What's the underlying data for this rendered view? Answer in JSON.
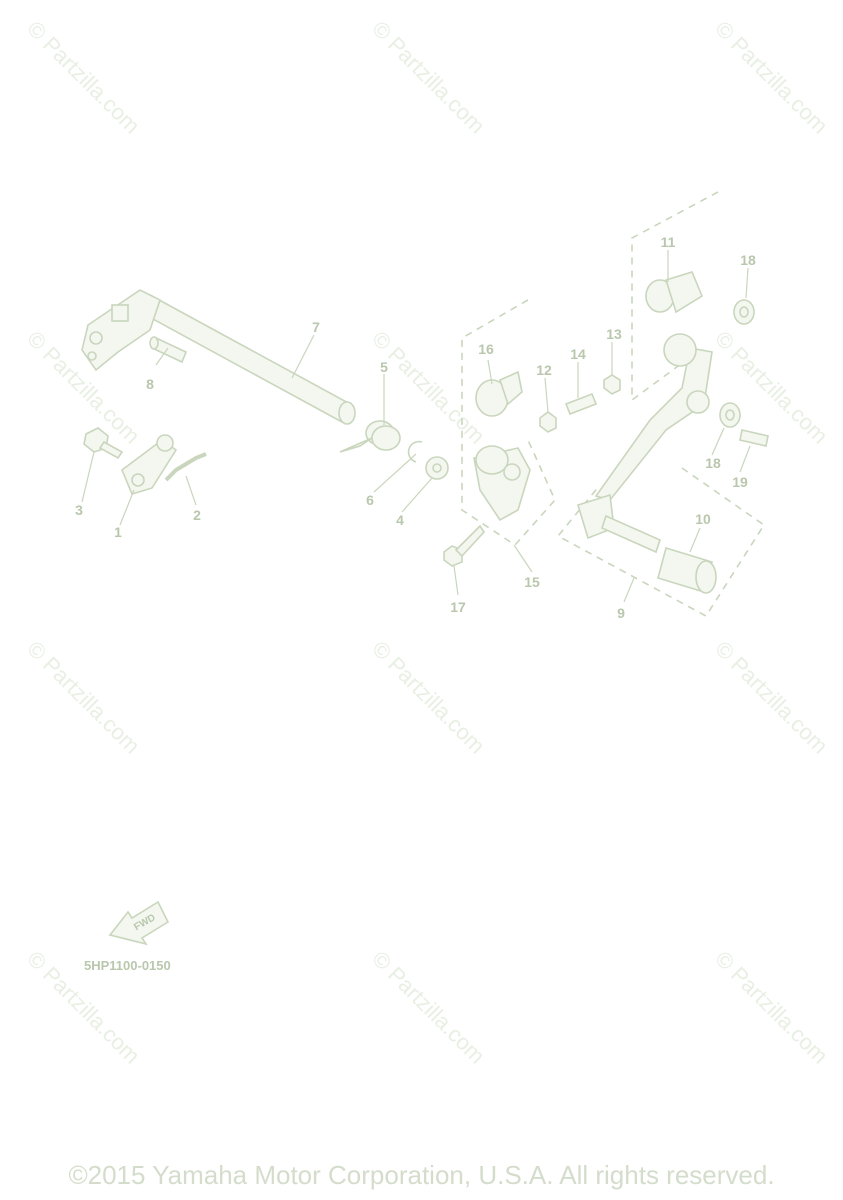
{
  "watermark": "© Partzilla.com",
  "colors": {
    "line": "#c9d6bd",
    "fill": "#f3f7ef",
    "label": "#b9c7ad",
    "watermark": "#e8efe3"
  },
  "callouts": [
    "1",
    "2",
    "3",
    "4",
    "5",
    "6",
    "7",
    "8",
    "9",
    "10",
    "11",
    "12",
    "13",
    "14",
    "15",
    "16",
    "17",
    "18",
    "18",
    "19"
  ],
  "arrow_label": "FWD",
  "part_code": "5HP1100-0150",
  "copyright": "©2015 Yamaha Motor Corporation, U.S.A. All rights reserved."
}
